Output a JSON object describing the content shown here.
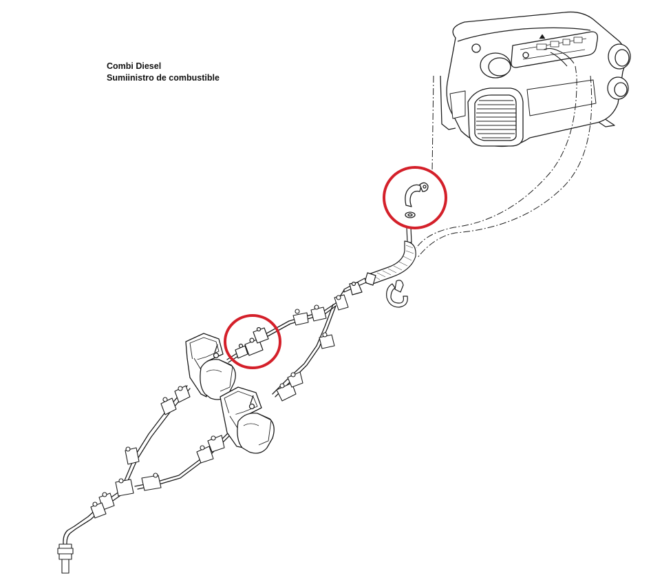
{
  "diagram": {
    "title": "Combi Diesel",
    "subtitle": "Sumiinistro de combustible",
    "line_color": "#1a1a1a",
    "highlight_color": "#d4202a",
    "highlight_count": 2
  }
}
